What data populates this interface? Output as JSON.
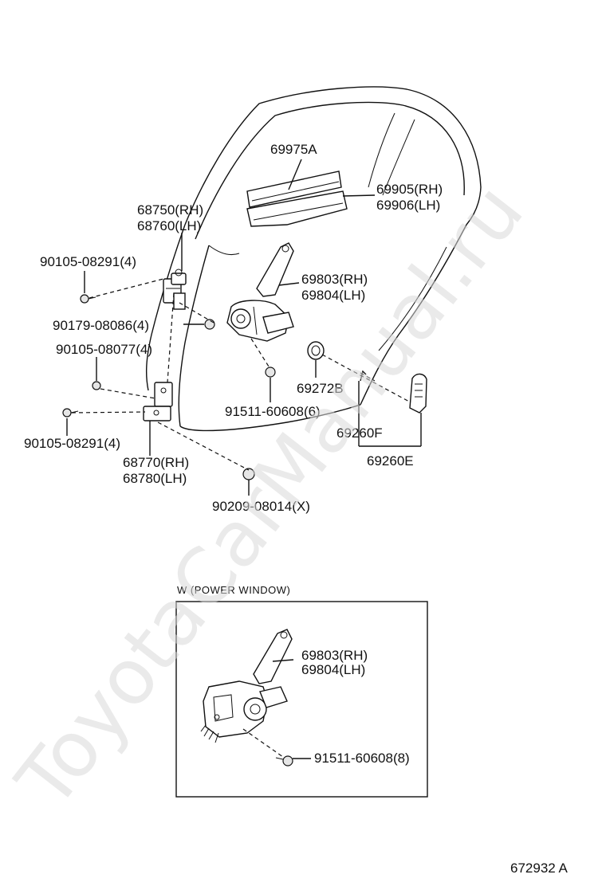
{
  "labels": {
    "p69975a": "69975A",
    "p69905": "69905(RH)",
    "p69906": "69906(LH)",
    "p68750": "68750(RH)",
    "p68760": "68760(LH)",
    "p90105_08291_top": "90105-08291(4)",
    "p69803": "69803(RH)",
    "p69804": "69804(LH)",
    "p90179": "90179-08086(4)",
    "p90105_08077": "90105-08077(4)",
    "p69272b": "69272B",
    "p91511_6": "91511-60608(6)",
    "p69260f": "69260F",
    "p90105_08291_bot": "90105-08291(4)",
    "p68770": "68770(RH)",
    "p68780": "68780(LH)",
    "p69260e": "69260E",
    "p90209": "90209-08014(X)"
  },
  "inset": {
    "title": "W (POWER WINDOW)",
    "p69803": "69803(RH)",
    "p69804": "69804(LH)",
    "p91511_8": "91511-60608(8)"
  },
  "footer": {
    "figure_code": "672932 A"
  },
  "watermark": "ToyotaCarManual.ru"
}
